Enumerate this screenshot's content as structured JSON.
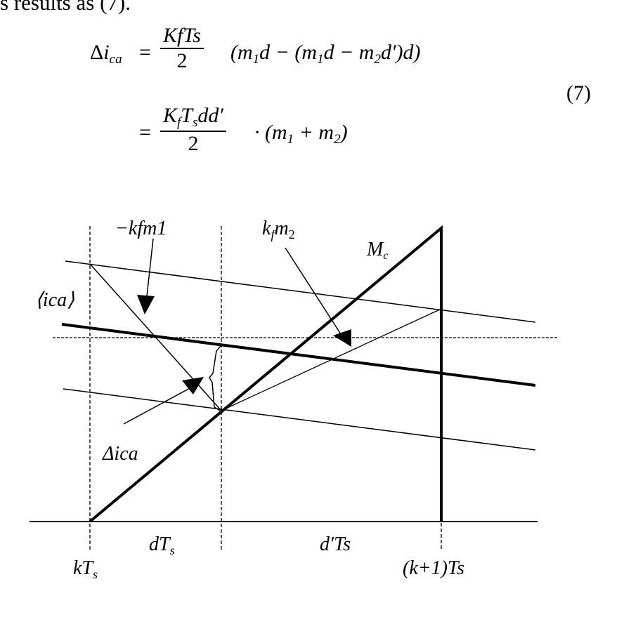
{
  "intro_text": "s results as (7).",
  "equation": {
    "lhs": "Δi",
    "lhs_sub": "ca",
    "line1_num": "KfTs",
    "line1_den": "2",
    "line1_rest": "(m₁d − (m₁d − m₂d′)d)",
    "line2_num": "KfTsdd′",
    "line2_den": "2",
    "line2_rest": "· (m₁ + m₂)",
    "number": "(7)"
  },
  "figure": {
    "labels": {
      "slope_m1": "−kfm1",
      "slope_m2": "kfm2",
      "ramp": "Mc",
      "average": "⟨ica⟩",
      "ripple": "Δica",
      "interval_d": "dTs",
      "interval_dprime": "d′Ts",
      "t_start": "kTs",
      "t_end": "(k+1)Ts"
    }
  }
}
